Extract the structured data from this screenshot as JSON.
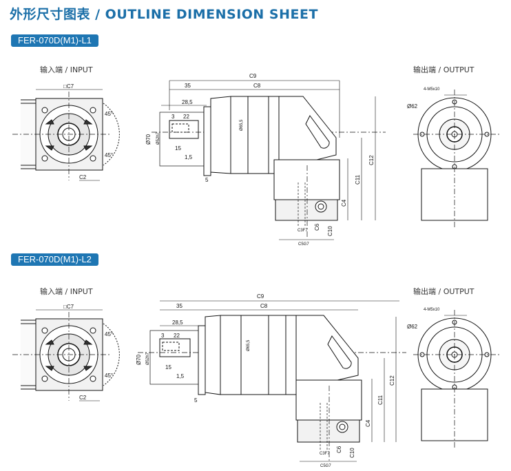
{
  "sheet_title": "外形尺寸图表 / OUTLINE DIMENSION SHEET",
  "sections": [
    {
      "model": "FER-070D(M1)-L1",
      "input_label": "输入端 / INPUT",
      "output_label": "输出端 / OUTPUT",
      "dims": {
        "c7": "□C7",
        "c2": "C2",
        "a45a": "45°",
        "a45b": "45°",
        "c9": "C9",
        "d35": "35",
        "c8": "C8",
        "d285": "28,5",
        "d3": "3",
        "d22": "22",
        "d70": "Ø70",
        "d52": "Ø52h7",
        "d655": "Ø65,5",
        "d15": "15",
        "d1_5": "1,5",
        "d5": "5",
        "c12": "C12",
        "c11": "C11",
        "c4": "C4",
        "c10": "C10",
        "c6": "C6",
        "c3": "C3F7",
        "c5": "C5G7",
        "m5": "4-M5x10",
        "d62": "Ø62"
      }
    },
    {
      "model": "FER-070D(M1)-L2",
      "input_label": "输入端 / INPUT",
      "output_label": "输出端 / OUTPUT",
      "dims": {
        "c7": "□C7",
        "c2": "C2",
        "a45a": "45°",
        "a45b": "45°",
        "c9": "C9",
        "d35": "35",
        "c8": "C8",
        "d285": "28,5",
        "d3": "3",
        "d22": "22",
        "d70": "Ø70",
        "d52": "Ø52h7",
        "d655": "Ø65,5",
        "d15": "15",
        "d1_5": "1,5",
        "d5": "5",
        "c12": "C12",
        "c11": "C11",
        "c4": "C4",
        "c10": "C10",
        "c6": "C6",
        "c3": "C3F7",
        "c5": "C5G7",
        "m5": "4-M5x10",
        "d62": "Ø62"
      }
    }
  ]
}
